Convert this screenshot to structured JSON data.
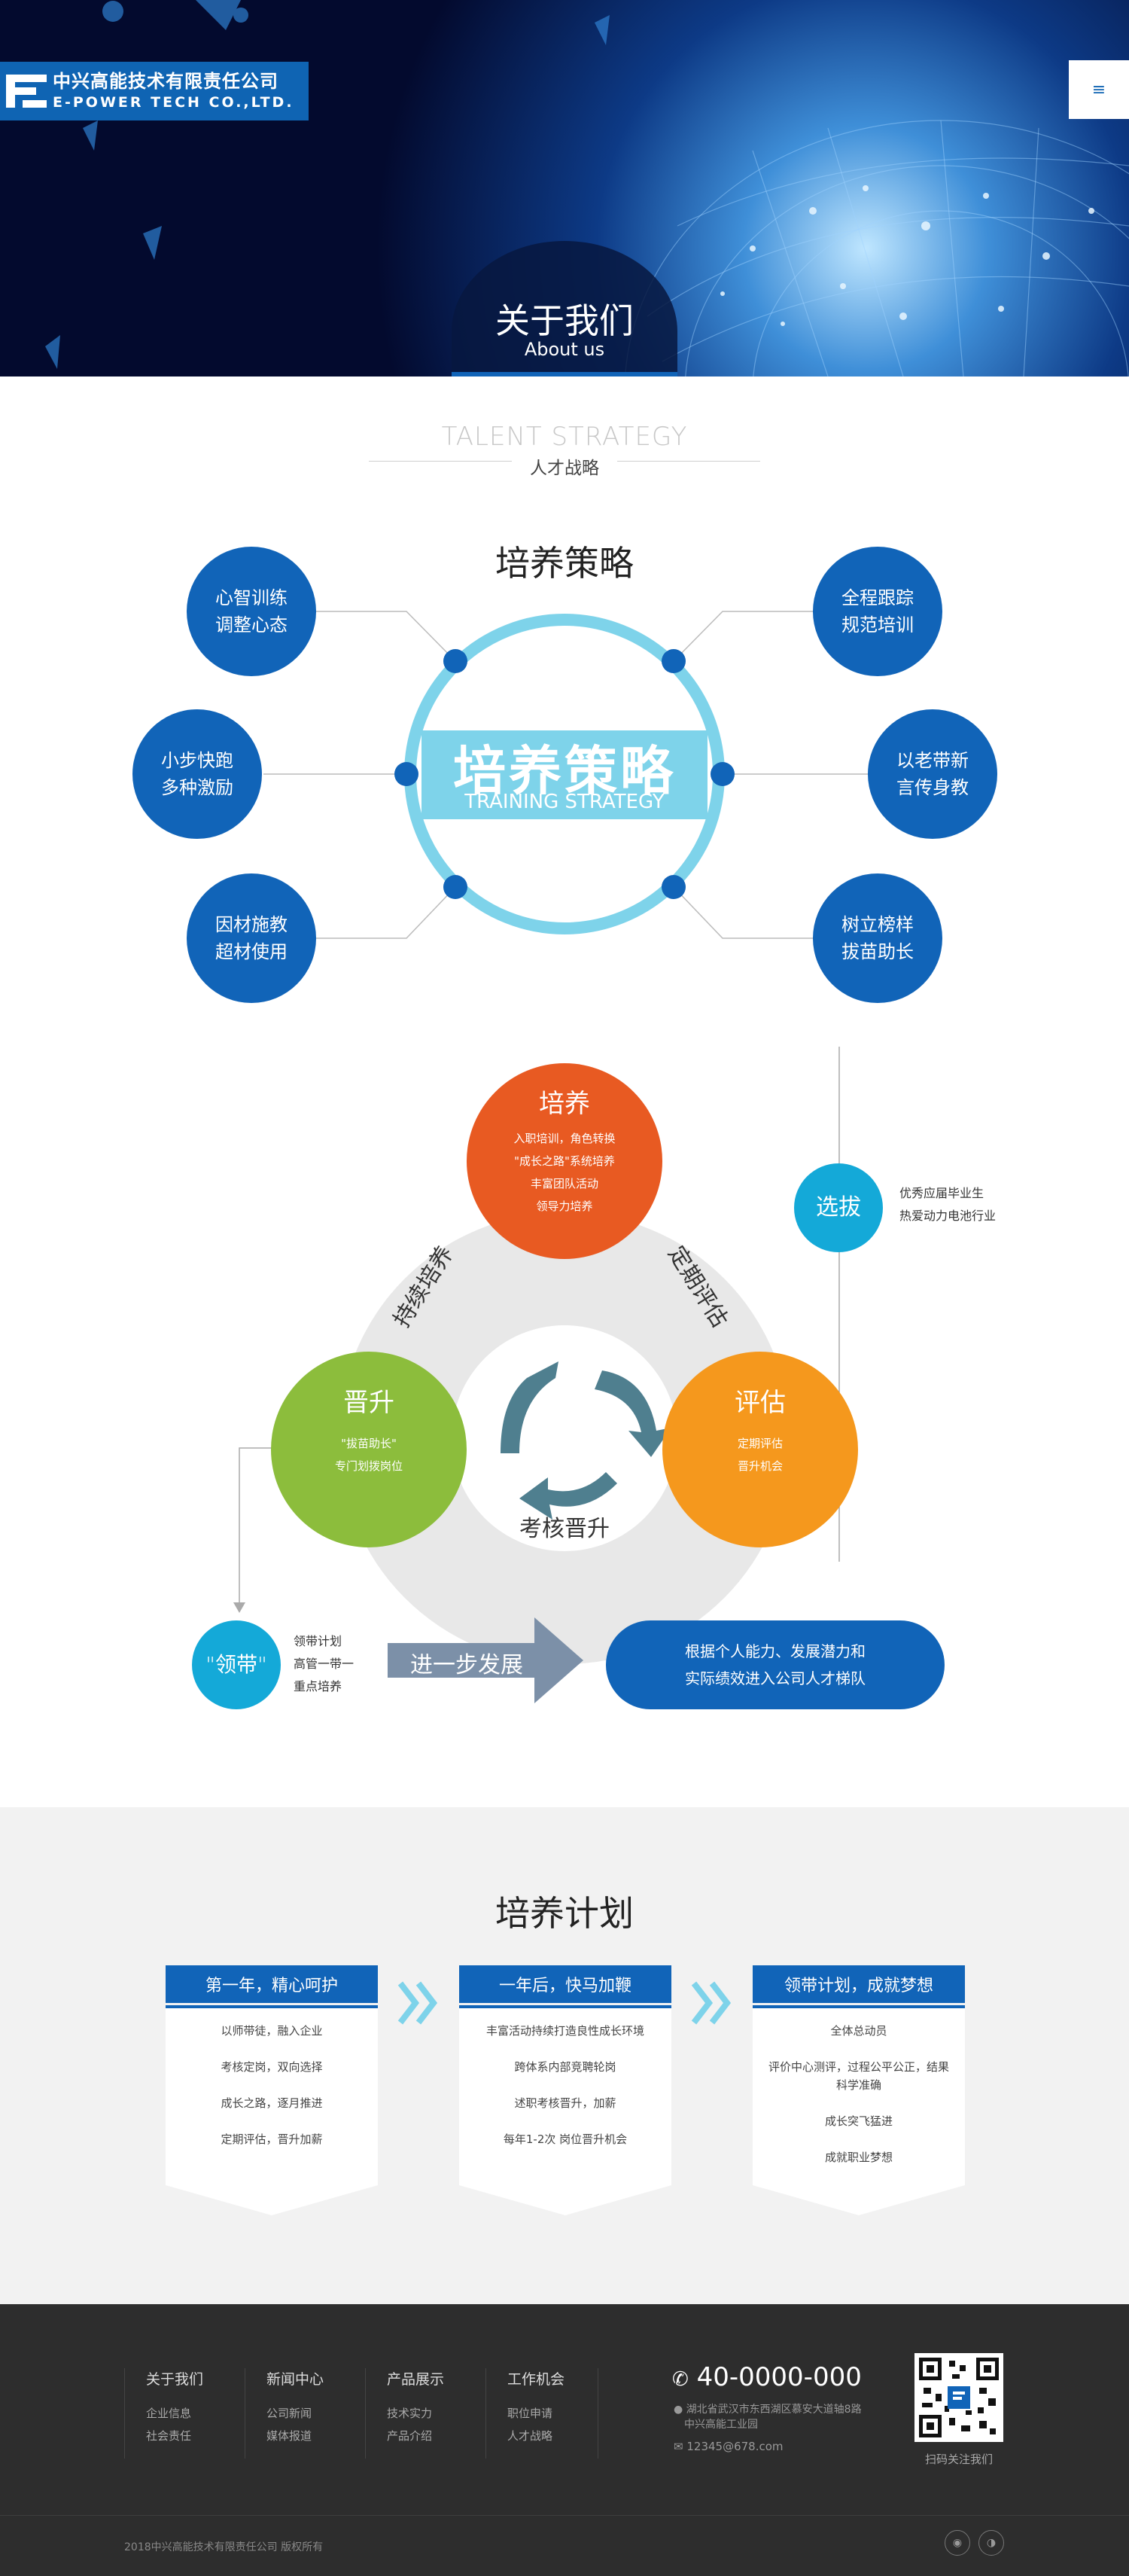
{
  "header": {
    "company_cn": "中兴高能技术有限责任公司",
    "company_en": "E-POWER TECH CO.,LTD.",
    "menu_icon": "menu-icon",
    "page_title_cn": "关于我们",
    "page_title_en": "About us"
  },
  "section_heading": {
    "en": "TALENT STRATEGY",
    "cn": "人才战略"
  },
  "strategy": {
    "title": "培养策略",
    "center_cn": "培养策略",
    "center_en": "TRAINING STRATEGY",
    "bubbles": [
      {
        "l1": "心智训练",
        "l2": "调整心态"
      },
      {
        "l1": "小步快跑",
        "l2": "多种激励"
      },
      {
        "l1": "因材施教",
        "l2": "超材使用"
      },
      {
        "l1": "全程跟踪",
        "l2": "规范培训"
      },
      {
        "l1": "以老带新",
        "l2": "言传身教"
      },
      {
        "l1": "树立榜样",
        "l2": "拔苗助长"
      }
    ]
  },
  "cycle": {
    "peiyang": {
      "title": "培养",
      "lines": [
        "入职培训，角色转换",
        "\"成长之路\"系统培养",
        "丰富团队活动",
        "领导力培养"
      ]
    },
    "pinggu": {
      "title": "评估",
      "lines": [
        "定期评估",
        "晋升机会"
      ]
    },
    "jinsheng": {
      "title": "晋升",
      "lines": [
        "\"拔苗助长\"",
        "专门划拨岗位"
      ]
    },
    "arc_left": "持续培养",
    "arc_right": "定期评估",
    "arc_bottom": "考核晋升",
    "xuanba": {
      "title": "选拔",
      "notes": [
        "优秀应届毕业生",
        "热爱动力电池行业"
      ]
    },
    "lingdai": {
      "title": "\"领带\"",
      "notes": [
        "领带计划",
        "高管一带一",
        "重点培养"
      ]
    },
    "arrow_label": "进一步发展",
    "result": [
      "根据个人能力、发展潜力和",
      "实际绩效进入公司人才梯队"
    ]
  },
  "plan": {
    "title": "培养计划",
    "cards": [
      {
        "head": "第一年，精心呵护",
        "items": [
          "以师带徒，融入企业",
          "考核定岗，双向选择",
          "成长之路，逐月推进",
          "定期评估，晋升加薪"
        ]
      },
      {
        "head": "一年后，快马加鞭",
        "items": [
          "丰富活动持续打造良性成长环境",
          "跨体系内部竞聘轮岗",
          "述职考核晋升，加薪",
          "每年1-2次 岗位晋升机会"
        ]
      },
      {
        "head": "领带计划，成就梦想",
        "items": [
          "全体总动员",
          "评价中心测评，过程公平公正，结果科学准确",
          "成长突飞猛进",
          "成就职业梦想"
        ]
      }
    ]
  },
  "footer": {
    "cols": [
      {
        "h": "关于我们",
        "l": [
          "企业信息",
          "社会责任"
        ]
      },
      {
        "h": "新闻中心",
        "l": [
          "公司新闻",
          "媒体报道"
        ]
      },
      {
        "h": "产品展示",
        "l": [
          "技术实力",
          "产品介绍"
        ]
      },
      {
        "h": "工作机会",
        "l": [
          "职位申请",
          "人才战略"
        ]
      }
    ],
    "phone": "40-0000-000",
    "address_l1": "湖北省武汉市东西湖区慕安大道轴8路",
    "address_l2": "中兴高能工业园",
    "email": "12345@678.com",
    "qr_caption": "扫码关注我们",
    "copyright": "2018中兴高能技术有限责任公司 版权所有",
    "social": [
      "weibo-icon",
      "wechat-icon"
    ]
  },
  "colors": {
    "brand_blue": "#1164b8",
    "orange_red": "#e85a22",
    "orange": "#f5981d",
    "green": "#8cbd3c",
    "cyan": "#14a9d8",
    "light_cyan": "#7ed3ea"
  }
}
